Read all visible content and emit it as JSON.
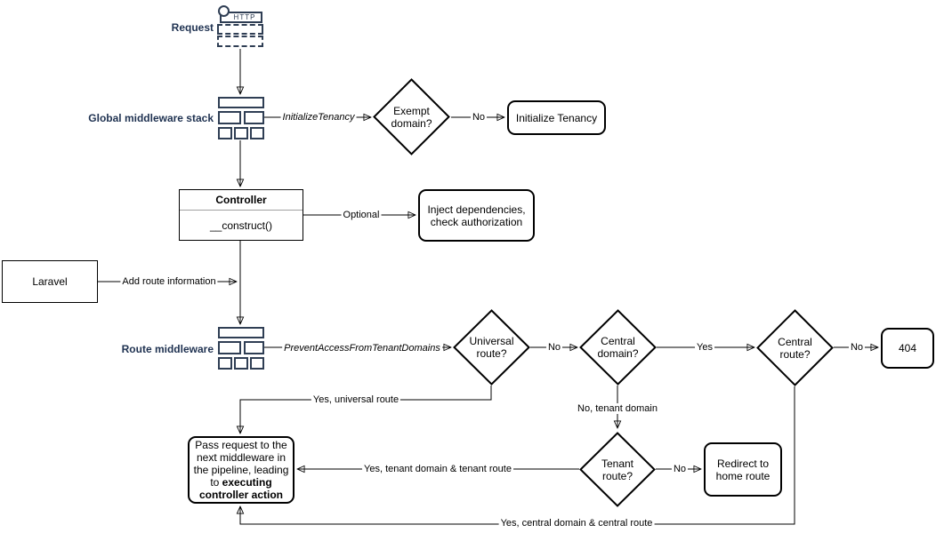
{
  "diagram": {
    "request": {
      "label": "Request",
      "http_badge": "HTTP"
    },
    "global_middleware": {
      "label": "Global middleware stack"
    },
    "route_middleware": {
      "label": "Route middleware"
    },
    "laravel": {
      "label": "Laravel"
    },
    "controller": {
      "title": "Controller",
      "method": "__construct()"
    },
    "decisions": {
      "exempt_domain": "Exempt domain?",
      "universal_route": "Universal route?",
      "central_domain": "Central domain?",
      "central_route": "Central route?",
      "tenant_route": "Tenant route?"
    },
    "outcomes": {
      "initialize_tenancy": "Initialize Tenancy",
      "inject_dependencies": "Inject dependencies, check authorization",
      "not_found": "404",
      "redirect_home": "Redirect to home route",
      "pass_request_normal": "Pass request to the next middleware in the pipeline, leading to ",
      "pass_request_bold": "executing controller action"
    },
    "edge_labels": {
      "initialize_tenancy_middleware": "InitializeTenancy",
      "prevent_access_middleware": "PreventAccessFromTenantDomains",
      "no_exempt": "No",
      "optional": "Optional",
      "add_route_information": "Add route information",
      "no_universal": "No",
      "yes_central_domain": "Yes",
      "no_central_route": "No",
      "yes_universal_route": "Yes, universal route",
      "no_tenant_domain": "No, tenant domain",
      "no_tenant_route": "No",
      "yes_tenant_domain_route": "Yes, tenant domain & tenant route",
      "yes_central_domain_route": "Yes, central domain & central route"
    },
    "colors": {
      "accent_label": "#1f3251",
      "icon_stroke": "#2f3e54",
      "line": "#000000"
    }
  }
}
